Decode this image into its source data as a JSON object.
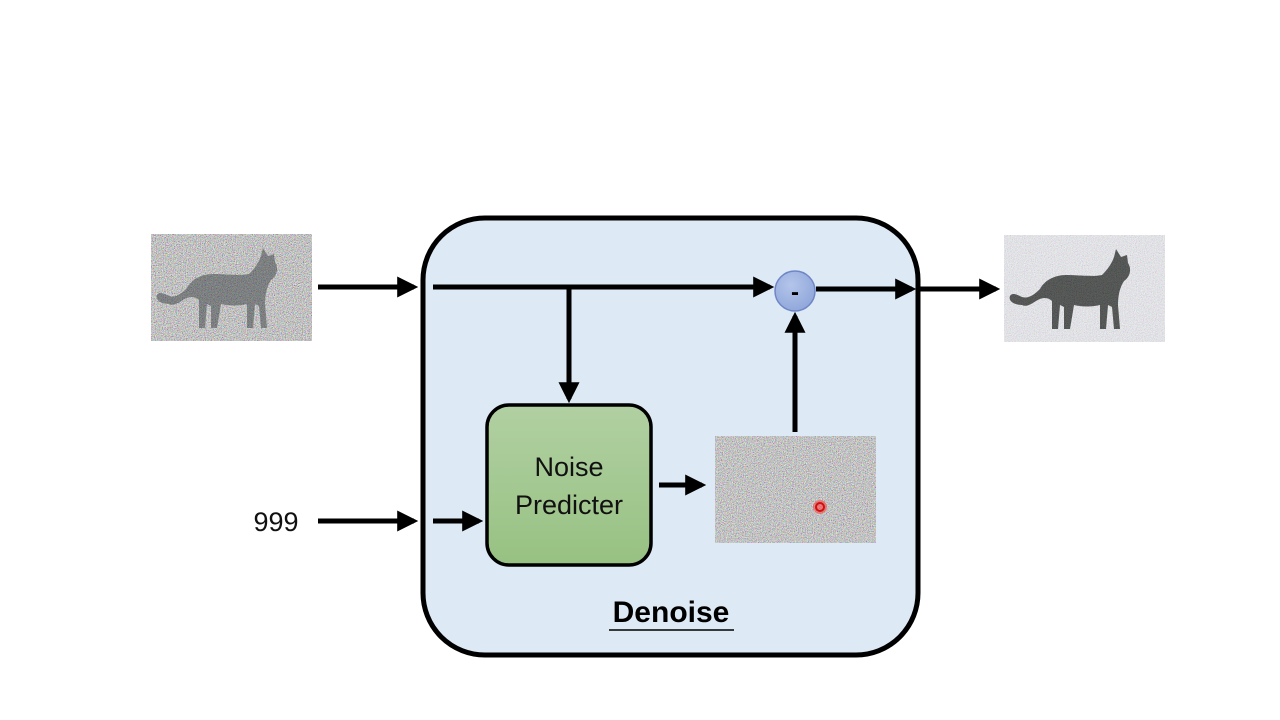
{
  "diagram": {
    "block_title": "Denoise",
    "predictor_label_line1": "Noise",
    "predictor_label_line2": "Predicter",
    "step_input": "999",
    "subtract_symbol": "-",
    "input_image_icon": "noisy-cat-image",
    "output_image_icon": "less-noisy-cat-image",
    "predicted_noise_icon": "predicted-noise-image",
    "colors": {
      "block_fill": "#dce8f5",
      "predictor_fill_top": "#b0cfa0",
      "predictor_fill_bottom": "#98c283",
      "subtract_fill": "#9fb3e0",
      "subtract_stroke": "#6f86c6",
      "arrow": "#000000",
      "red_marker": "#e02020"
    }
  }
}
